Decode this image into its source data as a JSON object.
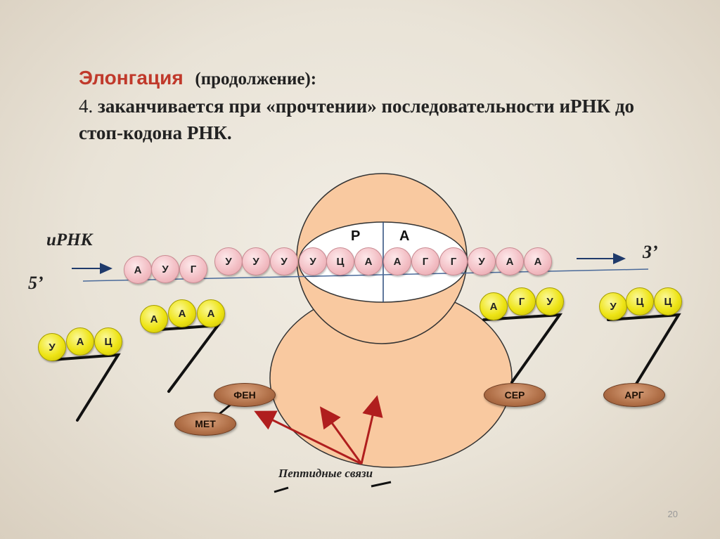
{
  "title": {
    "heading": "Элонгация",
    "continuation": "(продолжение):",
    "item_number": "4.",
    "item_text": "заканчивается при «прочтении» последовательности иРНК до стоп-кодона РНК."
  },
  "labels": {
    "mrna": "иРНК",
    "five_prime": "5’",
    "three_prime": "3’",
    "site_p": "Р",
    "site_a": "А",
    "peptide_bonds": "Пептидные связи"
  },
  "mrna_sequence": [
    "А",
    "У",
    "Г",
    "У",
    "У",
    "У",
    "У",
    "Ц",
    "А",
    "А",
    "Г",
    "Г",
    "У",
    "А",
    "А"
  ],
  "trnas": [
    {
      "anticodon": [
        "У",
        "А",
        "Ц"
      ]
    },
    {
      "anticodon": [
        "А",
        "А",
        "А"
      ]
    },
    {
      "anticodon": [
        "А",
        "Г",
        "У"
      ]
    },
    {
      "anticodon": [
        "У",
        "Ц",
        "Ц"
      ]
    }
  ],
  "amino_acids": {
    "fen": "ФЕН",
    "met": "МЕТ",
    "ser": "СЕР",
    "arg": "АРГ"
  },
  "page_number": "20",
  "colors": {
    "title_red": "#c0392b",
    "ribosome": "#f9c9a0",
    "mrna_bead": "#f2bcc2",
    "trna_bead": "#eee415",
    "amino_acid": "#b06f47",
    "arrow_red": "#b01e1e",
    "arrow_blue": "#1f3a6b"
  }
}
